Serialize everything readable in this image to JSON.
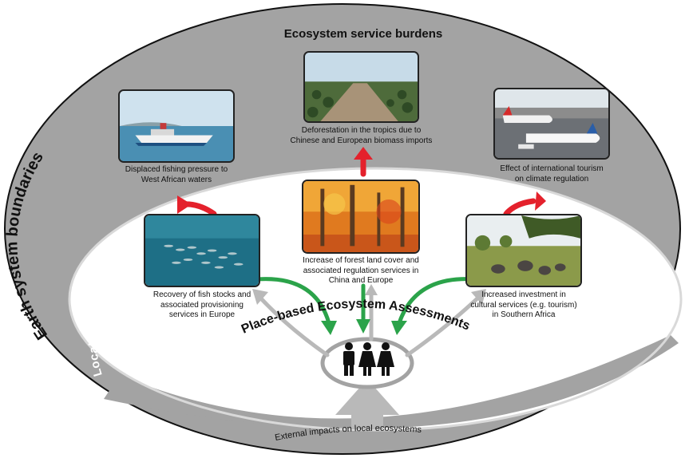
{
  "diagram": {
    "title": "Ecosystem service burdens",
    "outer_ring_label": "Earth system boundaries",
    "inner_ring_label": "Local to regional boundaries",
    "center_label": "Place-based Ecosystem Assessments",
    "bottom_label": "External impacts on local ecosystems",
    "burdens": [
      {
        "caption_lines": [
          "Displaced fishing pressure to",
          "West African waters"
        ],
        "icon": "fishing-ship-photo"
      },
      {
        "caption_lines": [
          "Deforestation in the tropics due to",
          "Chinese and European biomass imports"
        ],
        "icon": "deforestation-photo"
      },
      {
        "caption_lines": [
          "Effect of international tourism",
          "on climate regulation"
        ],
        "icon": "airport-photo"
      }
    ],
    "local": [
      {
        "caption_lines": [
          "Recovery of fish stocks and",
          "associated provisioning",
          "services in Europe"
        ],
        "icon": "fish-school-photo"
      },
      {
        "caption_lines": [
          "Increase of forest land cover and",
          "associated regulation services in",
          "China and Europe"
        ],
        "icon": "autumn-forest-photo"
      },
      {
        "caption_lines": [
          "Increased investment in",
          "cultural services (e.g. tourism)",
          "in Southern Africa"
        ],
        "icon": "elephant-savanna-photo"
      }
    ],
    "colors": {
      "outer_ring": "#a3a3a3",
      "inner_area": "#ffffff",
      "burden_arrow": "#e4212c",
      "benefit_arrow": "#2ba34a",
      "pressure_arrow": "#b9b9b9"
    }
  }
}
